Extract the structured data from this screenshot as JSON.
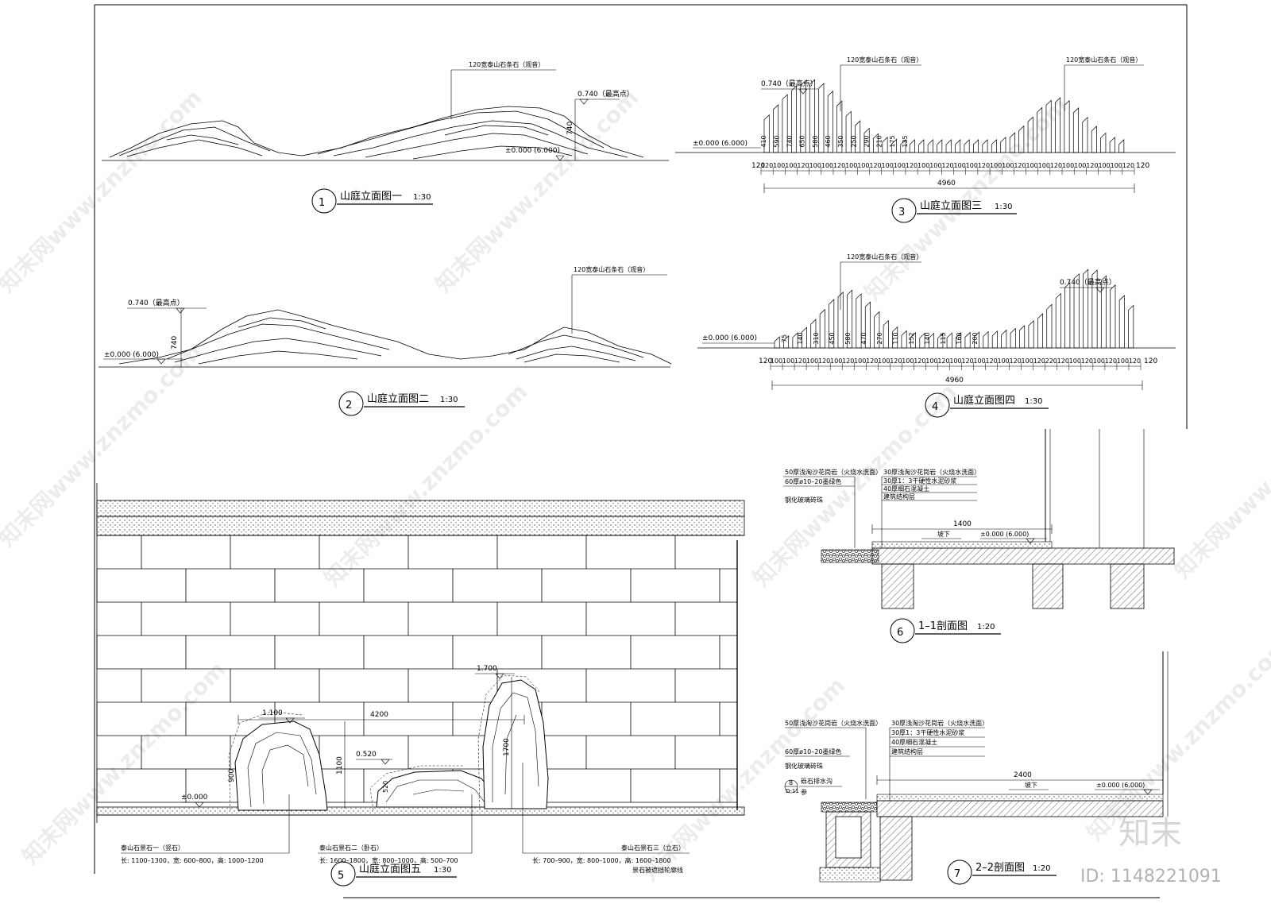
{
  "sheet": {
    "brand_mark": "知末",
    "id_label": "ID: 1148221091",
    "watermark_text": "知末网www.znzmo.com"
  },
  "common": {
    "stone_label": "120宽泰山石条石（观音）",
    "peak_label": "0.740（最高点）",
    "base_label": "±0.000 (6.000)",
    "grade_label": "坡下"
  },
  "elev1": {
    "number": "1",
    "title": "山庭立面图一",
    "scale": "1:30",
    "zero_label": "±0.000 (6.000)",
    "height_dim": "740"
  },
  "elev2": {
    "number": "2",
    "title": "山庭立面图二",
    "scale": "1:30",
    "height_dim": "740"
  },
  "elev3": {
    "number": "3",
    "title": "山庭立面图三",
    "scale": "1:30",
    "total_dim": "4960",
    "end_dim": "120",
    "spacing_dims": [
      "120",
      "100",
      "100",
      "120",
      "100",
      "100",
      "120",
      "100",
      "100",
      "120",
      "100",
      "100",
      "120",
      "100",
      "100",
      "120",
      "100",
      "100",
      "120",
      "100",
      "100",
      "120",
      "100",
      "100",
      "120",
      "100",
      "100",
      "120",
      "100",
      "100",
      "120"
    ],
    "height_dims": [
      "410",
      "590",
      "740",
      "650",
      "580",
      "460",
      "350",
      "250",
      "290",
      "210",
      "175",
      "135"
    ]
  },
  "elev4": {
    "number": "4",
    "title": "山庭立面图四",
    "scale": "1:30",
    "total_dim": "4960",
    "end_dim": "120",
    "spacing_dims": [
      "100",
      "100",
      "120",
      "100",
      "120",
      "100",
      "120",
      "100",
      "120",
      "100",
      "120",
      "100",
      "120",
      "100",
      "120",
      "100",
      "120",
      "100",
      "120",
      "100",
      "120",
      "100",
      "120",
      "220",
      "120",
      "100",
      "120",
      "100",
      "120",
      "100",
      "120"
    ],
    "height_dims": [
      "75",
      "140",
      "310",
      "450",
      "580",
      "470",
      "270",
      "110",
      "152",
      "140",
      "115",
      "160",
      "200"
    ]
  },
  "elev5": {
    "number": "5",
    "title": "山庭立面图五",
    "scale": "1:30",
    "width_dim": "4200",
    "stone1": {
      "top_label": "1.100",
      "h1": "900",
      "h2": "1100",
      "name": "泰山石景石一（竖石）",
      "size": "长: 1100–1300，宽: 600–800，高: 1000–1200"
    },
    "stone2": {
      "top_label": "0.520",
      "h1": "520",
      "name": "泰山石景石二（卧石）",
      "size": "长: 1600–1800，宽: 800–1000，高: 500–700"
    },
    "stone3": {
      "top_label": "1.700",
      "h1": "1700",
      "name": "泰山石景石三（立石）",
      "size": "长: 700–900，宽: 800–1000，高: 1600–1800",
      "note": "景石被遮挡轮廓线"
    },
    "zero_label": "±0.000"
  },
  "sec1": {
    "number": "6",
    "title": "1–1剖面图",
    "scale": "1:20",
    "left_layers": [
      "50厚浅淘沙花岗岩（火烧水洗面）",
      "60厚ø10–20墨绿色",
      "钢化玻璃砖珠"
    ],
    "right_layers": [
      "30厚浅淘沙花岗岩（火烧水洗面）",
      "30厚1：3干硬性水泥砂浆",
      "40厚细石混凝土",
      "建筑结构层"
    ],
    "width_dim": "1400",
    "level_label": "±0.000 (6.000)"
  },
  "sec2": {
    "number": "7",
    "title": "2–2剖面图",
    "scale": "1:20",
    "left_layers": [
      "50厚浅淘沙花岗岩（火烧水洗面）",
      "60厚ø10–20墨绿色",
      "钢化玻璃砖珠"
    ],
    "drain_label": "砾石排水沟",
    "drain_ref": "8",
    "drain_sheet": "D-11",
    "drain_note": "参",
    "right_layers": [
      "30厚浅淘沙花岗岩（火烧水洗面）",
      "30厚1：3干硬性水泥砂浆",
      "40厚细石混凝土",
      "建筑结构层"
    ],
    "width_dim": "2400",
    "level_label": "±0.000 (6.000)"
  }
}
